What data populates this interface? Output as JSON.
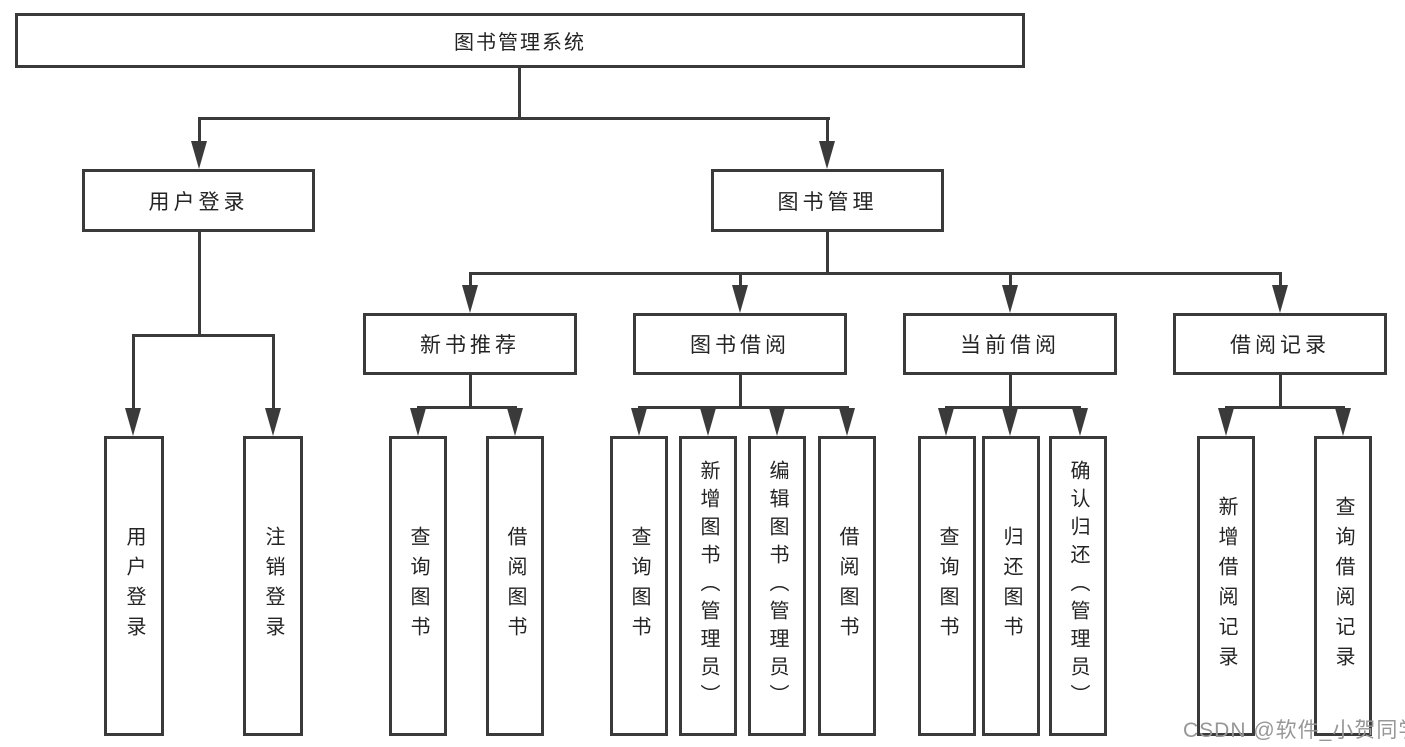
{
  "diagram": {
    "root": {
      "label": "图书管理系统"
    },
    "level2": {
      "user_login": {
        "label": "用户登录"
      },
      "book_mgmt": {
        "label": "图书管理"
      }
    },
    "level3": {
      "new_book_rec": {
        "label": "新书推荐"
      },
      "book_borrow": {
        "label": "图书借阅"
      },
      "current_borrow": {
        "label": "当前借阅"
      },
      "borrow_records": {
        "label": "借阅记录"
      }
    },
    "leaves": {
      "user_login": {
        "label": "用户登录"
      },
      "logout_login": {
        "label": "注销登录"
      },
      "query_books_rec": {
        "label": "查询图书"
      },
      "borrow_books_rec": {
        "label": "借阅图书"
      },
      "query_books_borrow": {
        "label": "查询图书"
      },
      "add_books_admin": {
        "label": "新增图书（管理员）"
      },
      "edit_books_admin": {
        "label": "编辑图书（管理员）"
      },
      "borrow_books_borrow": {
        "label": "借阅图书"
      },
      "query_books_current": {
        "label": "查询图书"
      },
      "return_books": {
        "label": "归还图书"
      },
      "confirm_return_admin": {
        "label": "确认归还（管理员）"
      },
      "add_borrow_record": {
        "label": "新增借阅记录"
      },
      "query_borrow_record": {
        "label": "查询借阅记录"
      }
    }
  },
  "watermark": {
    "text": "CSDN @软件_小贺同学"
  },
  "colors": {
    "line": "#3a3a3a",
    "text": "#242424",
    "background": "#ffffff",
    "watermark": "#979797"
  }
}
